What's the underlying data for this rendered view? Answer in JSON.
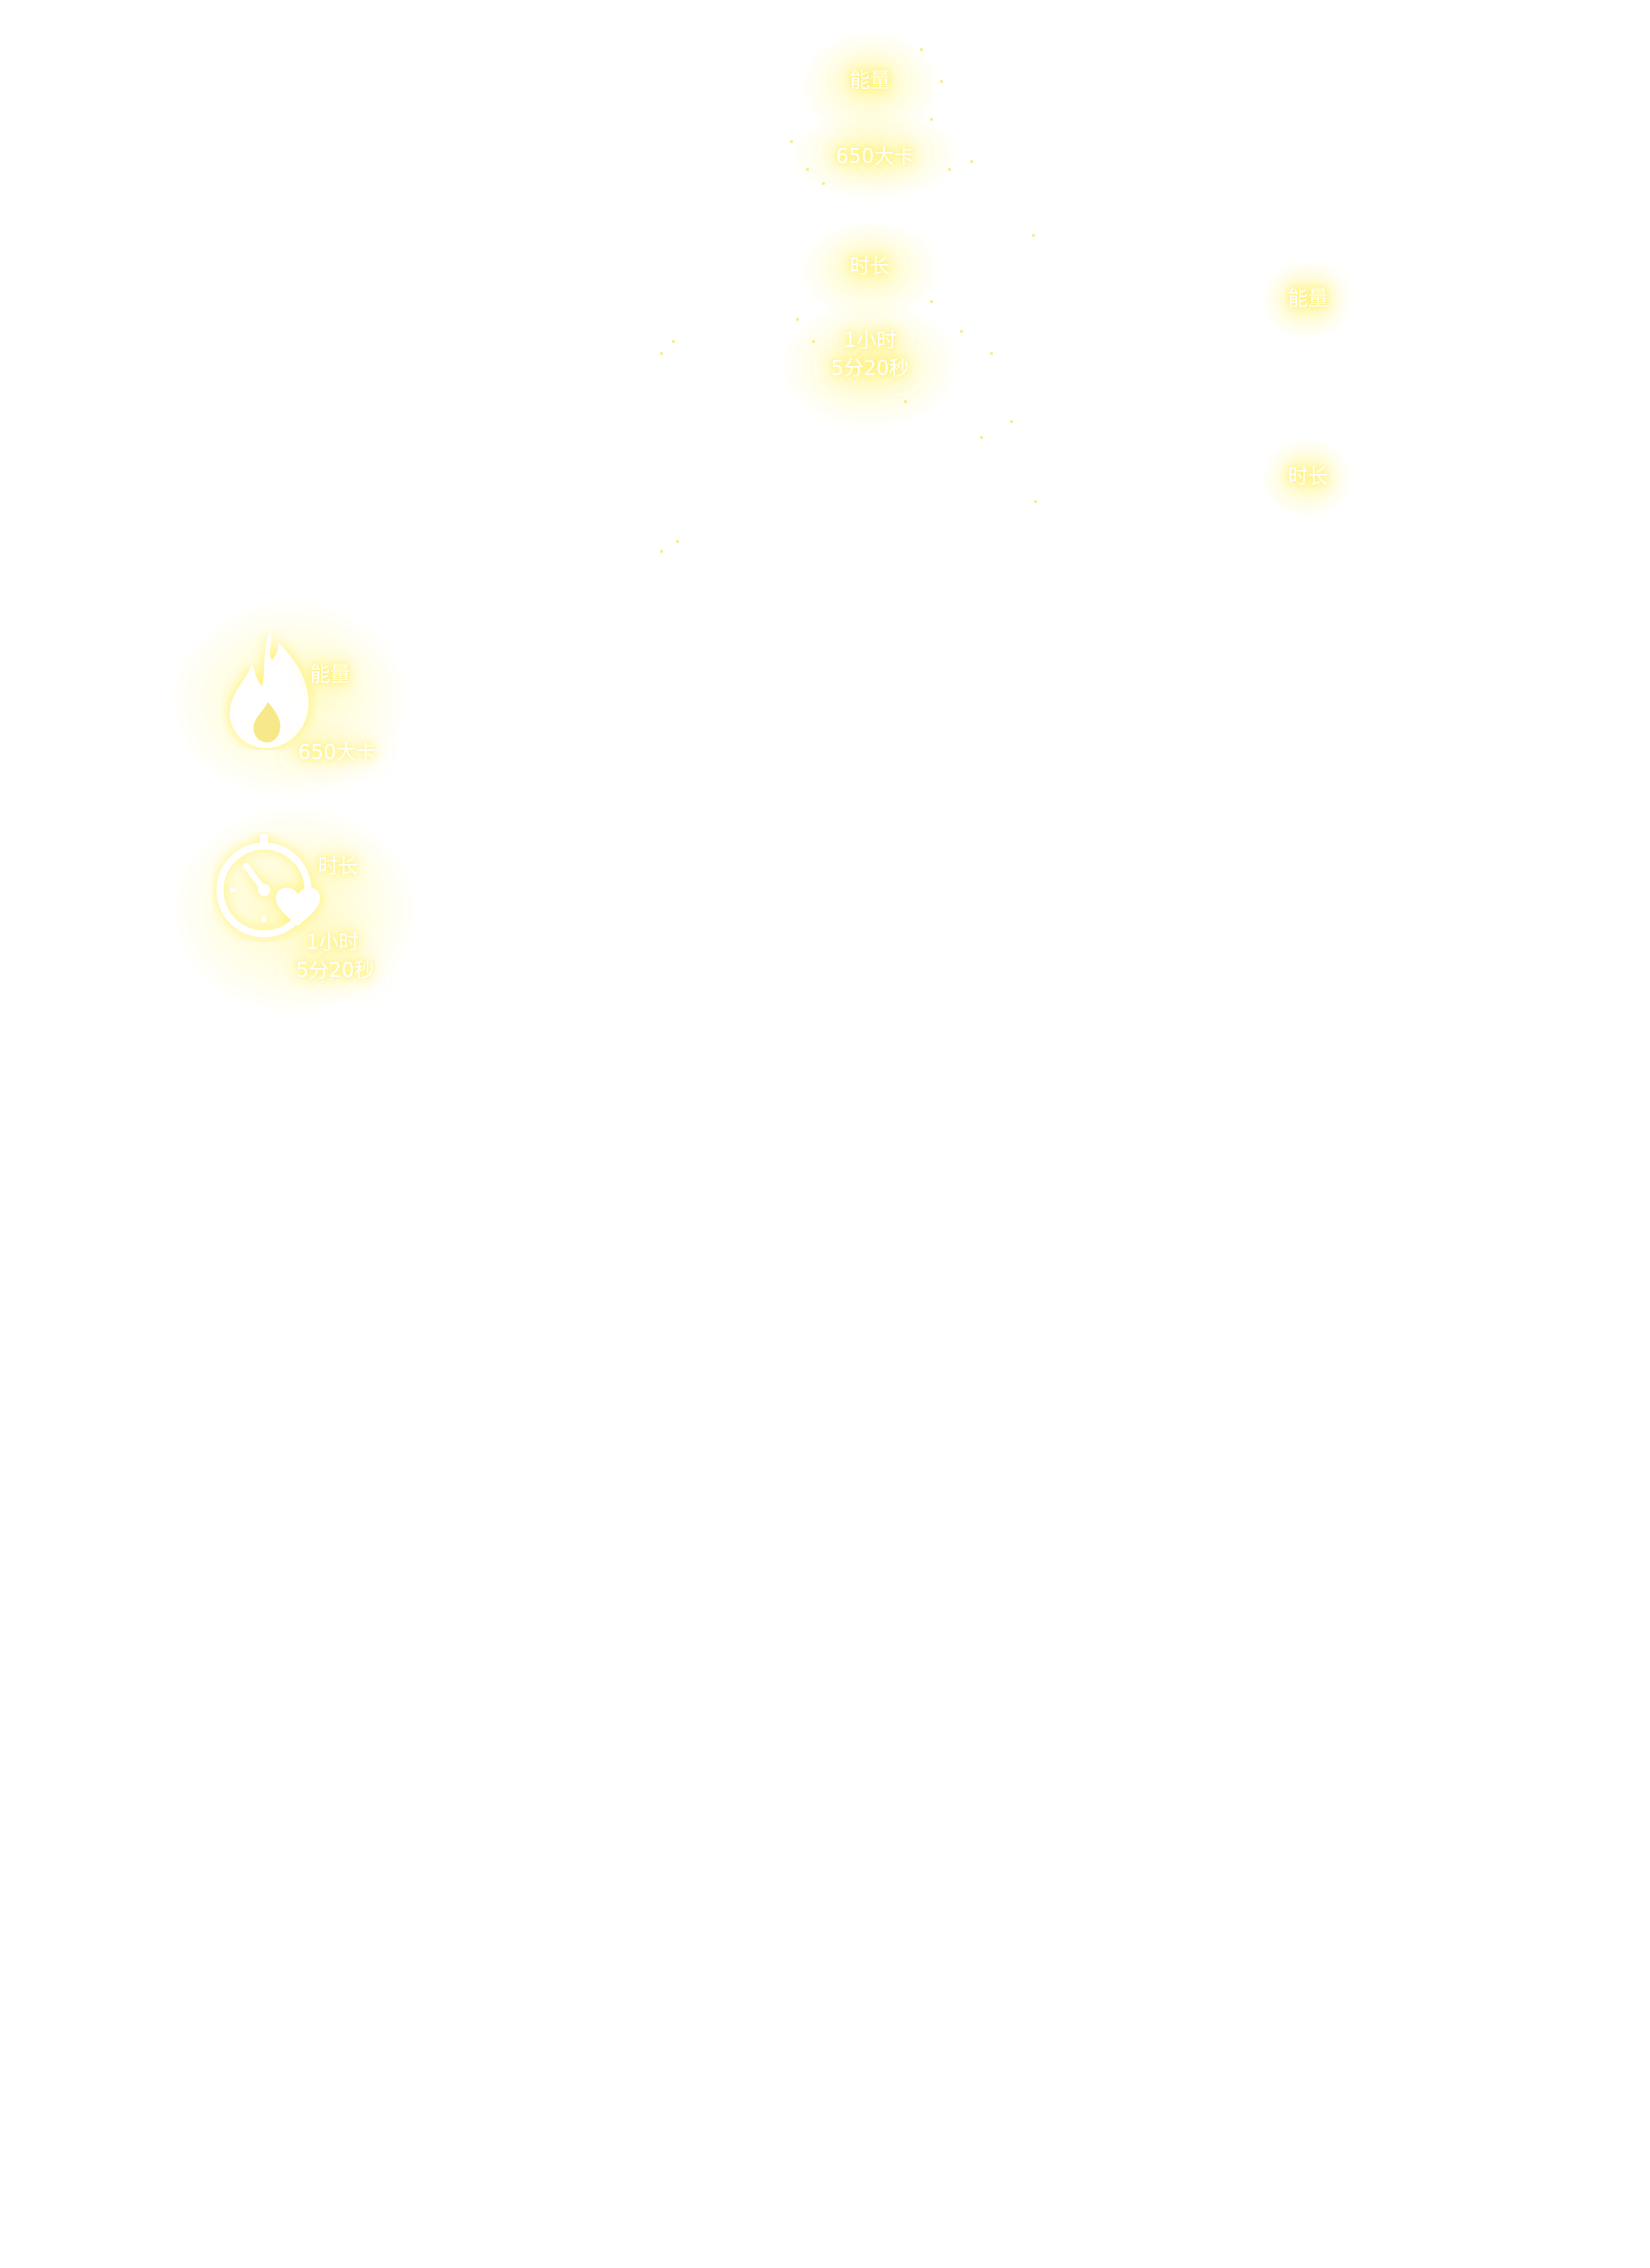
{
  "top_stack": {
    "label_1": "能量",
    "label_2": "650大卡",
    "label_3": "时长",
    "label_4a": "1小时",
    "label_4b": "5分20秒"
  },
  "right_markers": {
    "marker_1": "能量",
    "marker_2": "时长"
  },
  "left_stats": [
    {
      "icon": "flame-icon",
      "title": "能量",
      "value": "650大卡"
    },
    {
      "icon": "stopwatch-heart-icon",
      "title": "时长",
      "value_line1": "1小时",
      "value_line2": "5分20秒"
    }
  ],
  "colors": {
    "glow": "#fff06a",
    "text": "#ffffff",
    "dust": "#f4e36a"
  }
}
